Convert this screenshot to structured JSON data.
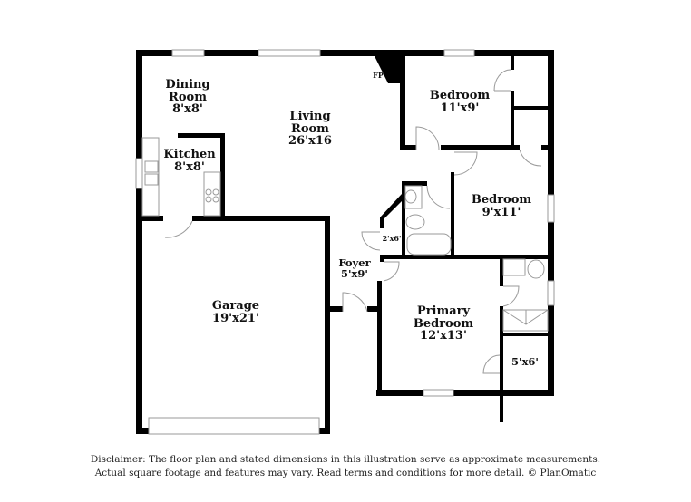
{
  "rooms": {
    "dining": {
      "name_line1": "Dining",
      "name_line2": "Room",
      "dims": "8'x8'"
    },
    "living": {
      "name_line1": "Living",
      "name_line2": "Room",
      "dims": "26'x16"
    },
    "kitchen": {
      "name": "Kitchen",
      "dims": "8'x8'"
    },
    "fireplace": {
      "name": "FP"
    },
    "bedroom1": {
      "name": "Bedroom",
      "dims": "11'x9'"
    },
    "bedroom2": {
      "name": "Bedroom",
      "dims": "9'x11'"
    },
    "hall_closet": {
      "dims": "2'x6'"
    },
    "foyer": {
      "name": "Foyer",
      "dims": "5'x9'"
    },
    "garage": {
      "name": "Garage",
      "dims": "19'x21'"
    },
    "primary": {
      "name_line1": "Primary",
      "name_line2": "Bedroom",
      "dims": "12'x13'"
    },
    "walk_in_closet": {
      "dims": "5'x6'"
    }
  },
  "disclaimer": {
    "line1": "Disclaimer: The floor plan and stated dimensions in this illustration serve as approximate measurements.",
    "line2": "Actual square footage and features may vary. Read terms and conditions for more detail. © PlanOmatic"
  },
  "colors": {
    "wall": "#000000",
    "fixture": "#9a9a9a",
    "background": "#ffffff"
  }
}
